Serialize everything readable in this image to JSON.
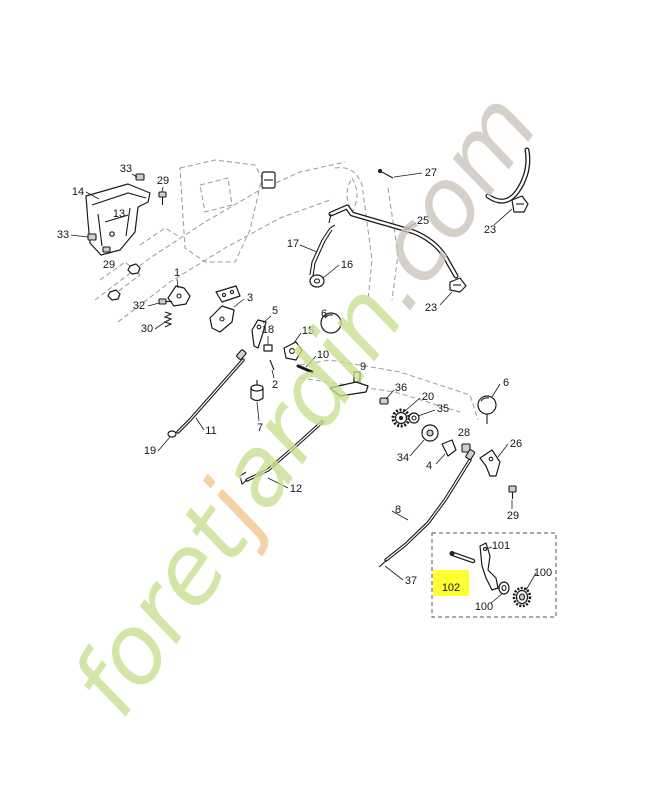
{
  "diagram": {
    "part_labels": [
      "33",
      "29",
      "14",
      "13",
      "33",
      "29",
      "27",
      "25",
      "23",
      "17",
      "16",
      "1",
      "3",
      "32",
      "30",
      "5",
      "18",
      "6",
      "15",
      "10",
      "2",
      "9",
      "7",
      "36",
      "20",
      "35",
      "6",
      "11",
      "19",
      "34",
      "4",
      "28",
      "26",
      "12",
      "8",
      "29",
      "23",
      "37"
    ],
    "inset": {
      "labels": [
        "101",
        "102",
        "100",
        "100"
      ],
      "highlight_color": "#ffff33"
    }
  },
  "watermark": {
    "parts": [
      "foret",
      "j",
      "ardin",
      ".com"
    ],
    "colors": [
      "#c9df8f",
      "#f4c48e",
      "#c9df8f",
      "#cbc3bd"
    ]
  }
}
